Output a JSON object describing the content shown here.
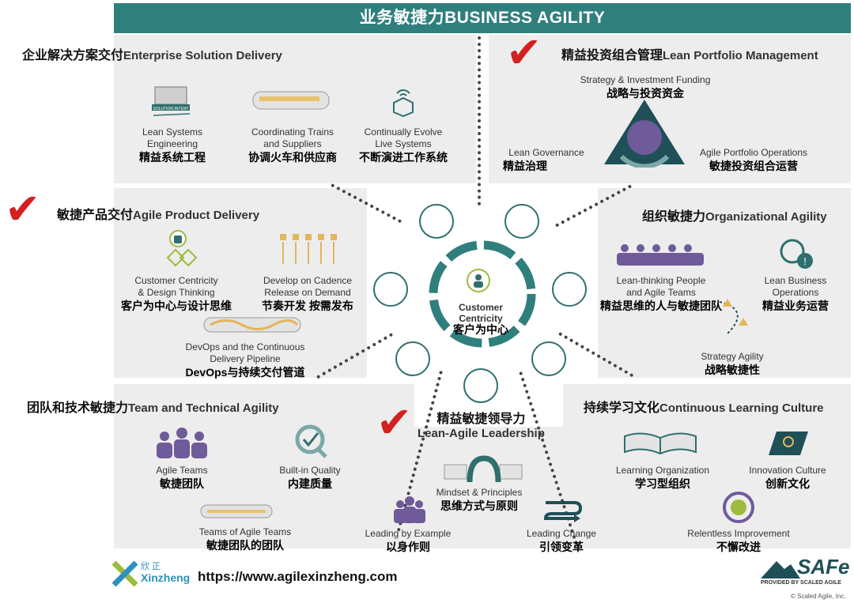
{
  "banner": {
    "title": "业务敏捷力BUSINESS AGILITY"
  },
  "colors": {
    "teal": "#2f7f7d",
    "check_red": "#d42020",
    "panel_gray": "#ededed",
    "purple": "#6f5a9a"
  },
  "sections": {
    "esd": {
      "title_cn": "企业解决方案交付",
      "title_en": "Enterprise Solution Delivery",
      "items": [
        {
          "en": "Lean Systems\nEngineering",
          "cn": "精益系统工程",
          "icon": "solution-intent-icon"
        },
        {
          "en": "Coordinating Trains\nand Suppliers",
          "cn": "协调火车和供应商",
          "icon": "train-icon"
        },
        {
          "en": "Continually Evolve\nLive Systems",
          "cn": "不断演进工作系统",
          "icon": "wireless-box-icon"
        }
      ]
    },
    "lpm": {
      "title_cn": "精益投资组合管理",
      "title_en": "Lean Portfolio Management",
      "items": [
        {
          "en": "Strategy & Investment Funding",
          "cn": "战略与投资资金"
        },
        {
          "en": "Lean Governance",
          "cn": "精益治理"
        },
        {
          "en": "Agile Portfolio Operations",
          "cn": "敏捷投资组合运营"
        }
      ]
    },
    "apd": {
      "title_cn": "敏捷产品交付",
      "title_en": "Agile Product Delivery",
      "items": [
        {
          "en": "Customer Centricity\n& Design Thinking",
          "cn": "客户为中心与设计思维"
        },
        {
          "en": "Develop on Cadence\nRelease on Demand",
          "cn": "节奏开发 按需发布"
        },
        {
          "en": "DevOps and the Continuous\nDelivery Pipeline",
          "cn": "DevOps与持续交付管道"
        }
      ]
    },
    "oa": {
      "title_cn": "组织敏捷力",
      "title_en": "Organizational Agility",
      "items": [
        {
          "en": "Lean-thinking People\nand Agile Teams",
          "cn": "精益思维的人与敏捷团队"
        },
        {
          "en": "Lean Business\nOperations",
          "cn": "精益业务运营"
        },
        {
          "en": "Strategy Agility",
          "cn": "战略敏捷性"
        }
      ]
    },
    "tta": {
      "title_cn": "团队和技术敏捷力",
      "title_en": "Team and Technical Agility",
      "items": [
        {
          "en": "Agile Teams",
          "cn": "敏捷团队"
        },
        {
          "en": "Built-in Quality",
          "cn": "内建质量"
        },
        {
          "en": "Teams of Agile Teams",
          "cn": "敏捷团队的团队"
        }
      ]
    },
    "lal": {
      "title_cn": "精益敏捷领导力",
      "title_en": "Lean-Agile Leadership",
      "items": [
        {
          "en": "Mindset & Principles",
          "cn": "思维方式与原则"
        },
        {
          "en": "Leading by Example",
          "cn": "以身作则"
        },
        {
          "en": "Leading Change",
          "cn": "引领变革"
        }
      ]
    },
    "clc": {
      "title_cn": "持续学习文化",
      "title_en": "Continuous Learning Culture",
      "items": [
        {
          "en": "Learning Organization",
          "cn": "学习型组织"
        },
        {
          "en": "Innovation Culture",
          "cn": "创新文化"
        },
        {
          "en": "Relentless Improvement",
          "cn": "不懈改进"
        }
      ]
    }
  },
  "center": {
    "en": "Customer\nCentricity",
    "cn": "客户为中心"
  },
  "footer": {
    "brand_cn": "欣正",
    "brand_en": "Xinzheng",
    "url": "https://www.agilexinzheng.com",
    "safe_logo": "SAFe",
    "safe_tag": "PROVIDED BY SCALED AGILE",
    "copyright": "© Scaled Agile, Inc."
  }
}
